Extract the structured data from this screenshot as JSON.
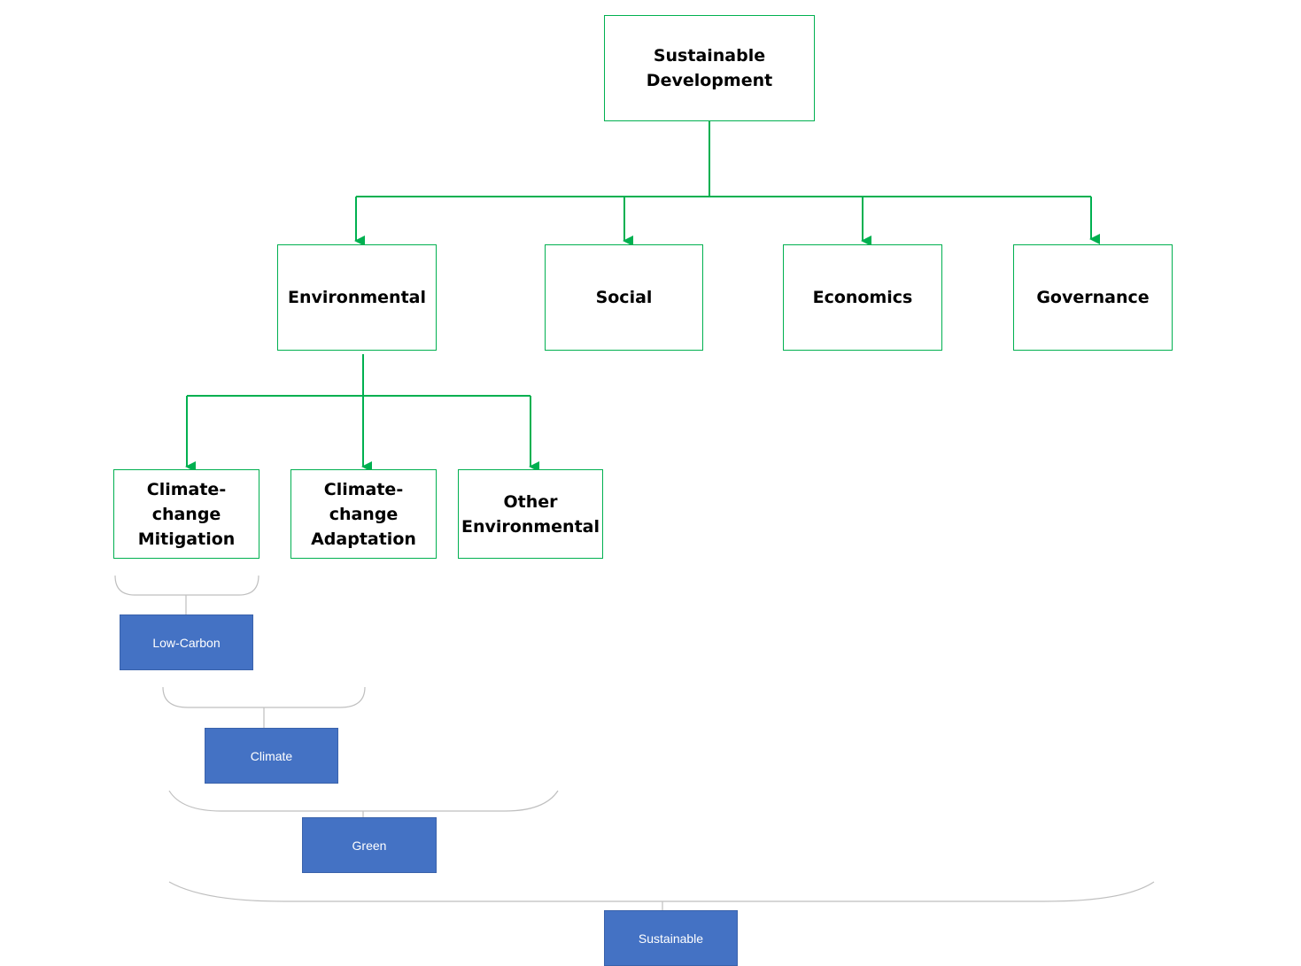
{
  "colors": {
    "connector": "#00b050",
    "node_border": "#00b050",
    "tag_fill": "#4472c4",
    "brace": "#bfbfbf"
  },
  "nodes": {
    "root": "Sustainable\nDevelopment",
    "environmental": "Environmental",
    "social": "Social",
    "economics": "Economics",
    "governance": "Governance",
    "mitigation": "Climate-change\nMitigation",
    "adaptation": "Climate-change\nAdaptation",
    "other_environmental": "Other\nEnvironmental"
  },
  "finance_labels": {
    "low_carbon": "Low-Carbon",
    "climate": "Climate",
    "green": "Green",
    "sustainable": "Sustainable"
  }
}
